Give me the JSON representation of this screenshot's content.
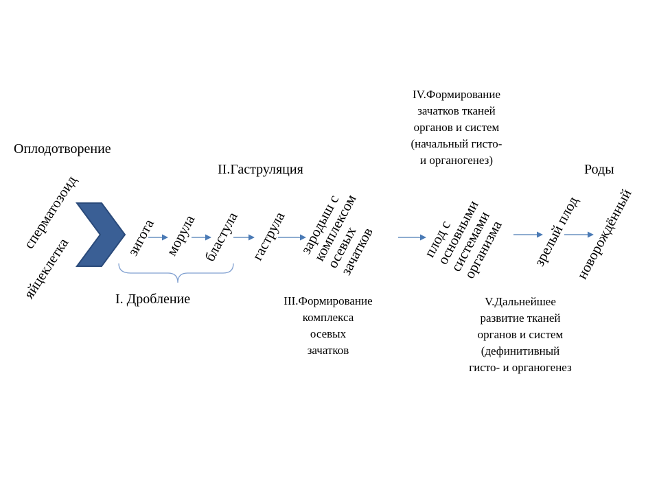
{
  "headings": {
    "fertilization": "Оплодотворение",
    "gastrulation": "II.Гаструляция",
    "birth": "Роды",
    "cleavage": "I. Дробление"
  },
  "stages": {
    "iv": [
      "IV.Формирование",
      "зачатков тканей",
      "органов и систем",
      "(начальный гисто-",
      "и органогенез)"
    ],
    "iii": [
      "III.Формирование",
      "комплекса",
      "осевых",
      "зачатков"
    ],
    "v": [
      "V.Дальнейшее",
      "развитие тканей",
      "органов и систем",
      "(дефинитивный",
      "гисто- и органогенез"
    ]
  },
  "gametes": {
    "sperm": "сперматозоид",
    "egg": "яйцеклетка"
  },
  "steps": {
    "zygote": "зигота",
    "morula": "морула",
    "blastula": "бластула",
    "gastrula": "гаструла",
    "embryo": [
      "зародыш с",
      "комплексом",
      "осевых",
      "зачатков"
    ],
    "fetus": [
      "плод с",
      "основными",
      "системами",
      "организма"
    ],
    "mature_fetus": "зрелый плод",
    "newborn": "новорождённый"
  },
  "colors": {
    "chevron": "#3a5f95",
    "chevron_edge": "#2a4a7a",
    "arrow": "#4a7ab5",
    "brace": "#7f9fd0"
  }
}
